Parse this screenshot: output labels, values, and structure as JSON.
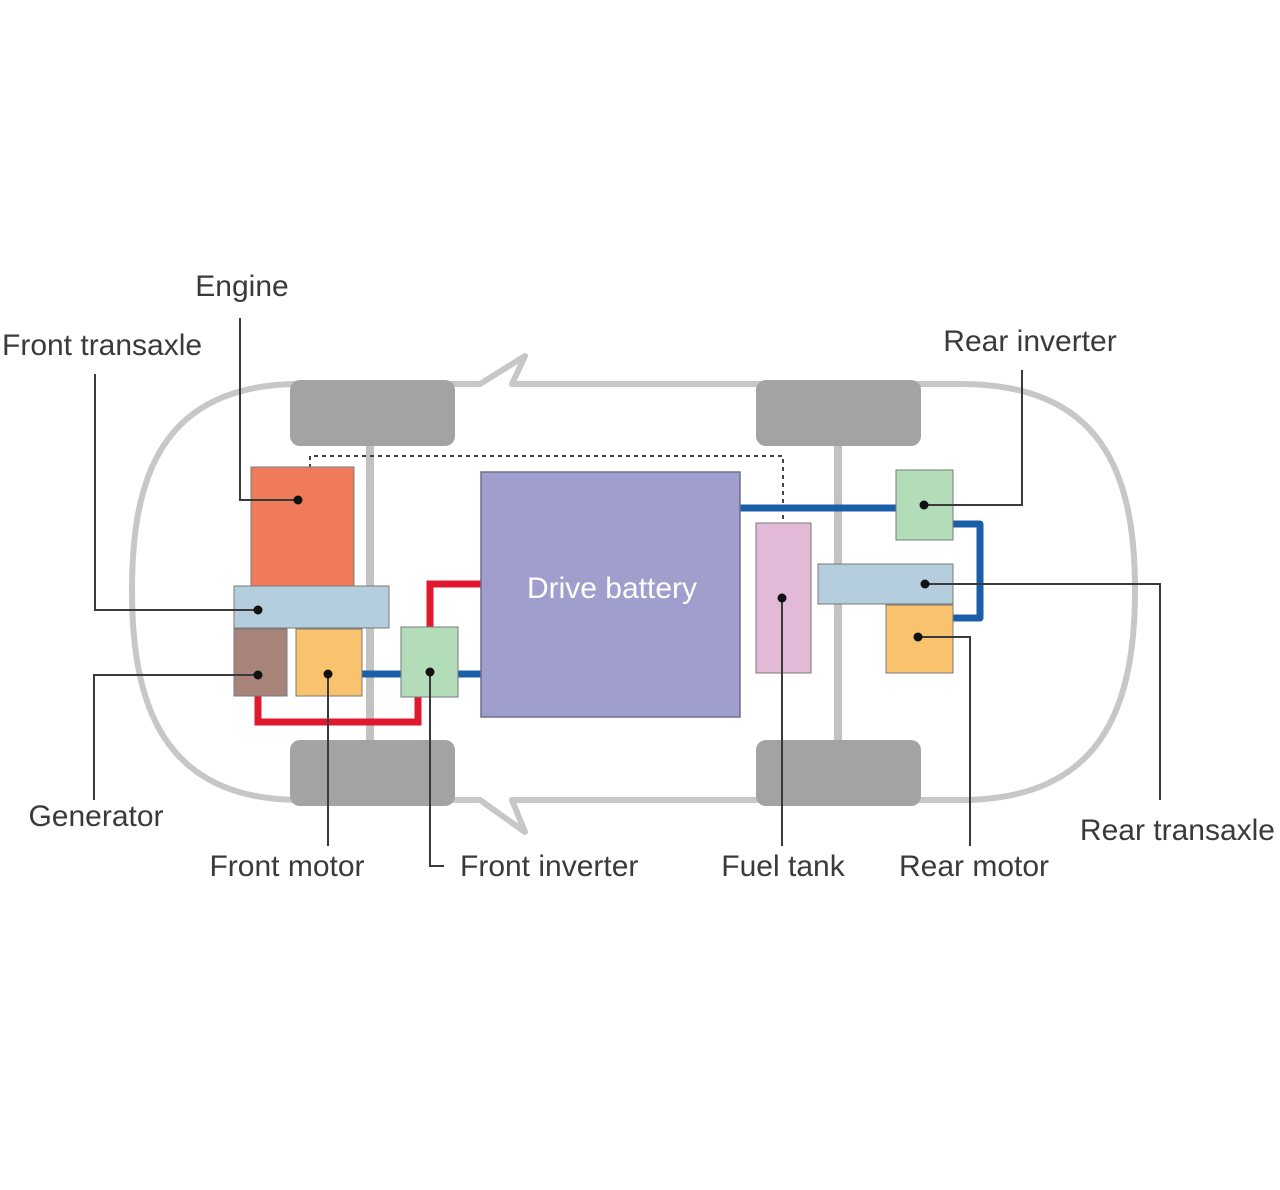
{
  "colors": {
    "body_outline": "#c7c7c7",
    "wheel": "#a3a3a3",
    "axle": "#c2c2c2",
    "engine": "#ef7b5b",
    "transaxle": "#b5cede",
    "generator": "#a8837a",
    "motor": "#f8c36c",
    "inverter": "#b3dcb8",
    "battery": "#a09ecd",
    "fuel_tank": "#e3b9d8",
    "hv_red": "#e0182d",
    "hv_blue": "#1a5fa8",
    "fuel_line": "#444444"
  },
  "labels": {
    "engine": "Engine",
    "front_transaxle": "Front transaxle",
    "generator": "Generator",
    "front_motor": "Front motor",
    "front_inverter": "Front inverter",
    "drive_battery": "Drive battery",
    "fuel_tank": "Fuel tank",
    "rear_motor": "Rear motor",
    "rear_transaxle": "Rear transaxle",
    "rear_inverter": "Rear inverter"
  }
}
